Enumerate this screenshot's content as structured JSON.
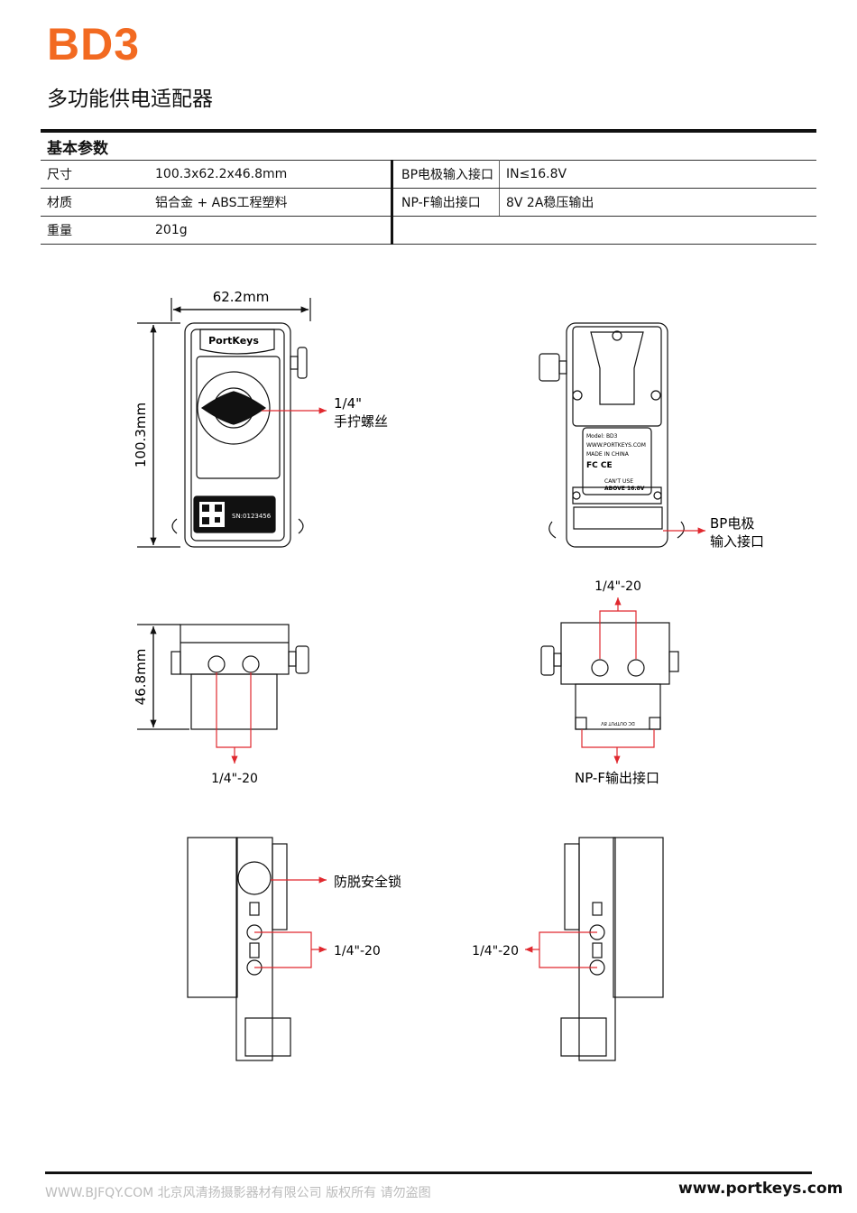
{
  "header": {
    "title": "BD3",
    "subtitle": "多功能供电适配器"
  },
  "specs": {
    "section_title": "基本参数",
    "rows": [
      {
        "label": "尺寸",
        "value": "100.3x62.2x46.8mm",
        "label2": "BP电极输入接口",
        "value2": "IN≤16.8V"
      },
      {
        "label": "材质",
        "value": "铝合金 + ABS工程塑料",
        "label2": "NP-F输出接口",
        "value2": "8V 2A稳压输出"
      },
      {
        "label": "重量",
        "value": "201g",
        "label2": "",
        "value2": ""
      }
    ]
  },
  "drawings": {
    "width_dim": "62.2mm",
    "height_dim": "100.3mm",
    "depth_dim": "46.8mm",
    "brand_logo": "PortKeys",
    "serial": "SN:0123456",
    "screw_label_1": "1/4\"",
    "screw_label_2": "手拧螺丝",
    "bp_label_1": "BP电极",
    "bp_label_2": "输入接口",
    "back_label": {
      "model": "Model: BD3",
      "site": "WWW.PORTKEYS.COM",
      "made": "MADE IN CHINA",
      "certs": "FC CE",
      "warn1": "CAN'T USE",
      "warn2": "ABOVE 16.8V"
    },
    "thread_label": "1/4\"-20",
    "npf_label": "NP-F输出接口",
    "dc_output": "DC OUTPUT 8V",
    "lock_label": "防脱安全锁"
  },
  "footer": {
    "website": "www.portkeys.com",
    "watermark": "WWW.BJFQY.COM 北京风清扬摄影器材有限公司 版权所有 请勿盗图"
  },
  "colors": {
    "brand": "#f26a21",
    "annotation": "#e0282e"
  }
}
